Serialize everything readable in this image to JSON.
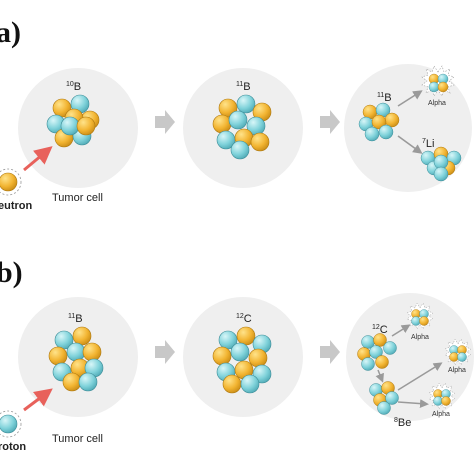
{
  "panels": {
    "a": {
      "letter": "a)",
      "target_label_sup": "10",
      "target_label_sym": "B",
      "compound_label_sup": "11",
      "compound_label_sym": "B",
      "products_label_sup": "11",
      "products_label_sym": "B",
      "alpha_label": "Alpha",
      "li_label_sup": "7",
      "li_label_sym": "Li",
      "particle_label": "eutron",
      "tumor_label": "Tumor cell"
    },
    "b": {
      "letter": "b)",
      "target_label_sup": "11",
      "target_label_sym": "B",
      "compound_label_sup": "12",
      "compound_label_sym": "C",
      "products_label_sup": "12",
      "products_label_sym": "C",
      "alpha_label_1": "Alpha",
      "alpha_label_2": "Alpha",
      "alpha_label_3": "Alpha",
      "be_label_sup": "8",
      "be_label_sym": "Be",
      "particle_label": "roton",
      "tumor_label": "Tumor cell"
    }
  },
  "colors": {
    "proton": "#F2B431",
    "neutron": "#7FD2DA",
    "cell_bg": "#EFEFEF",
    "arrow_gray": "#C8C8C8",
    "arrow_red": "#E8615B"
  }
}
